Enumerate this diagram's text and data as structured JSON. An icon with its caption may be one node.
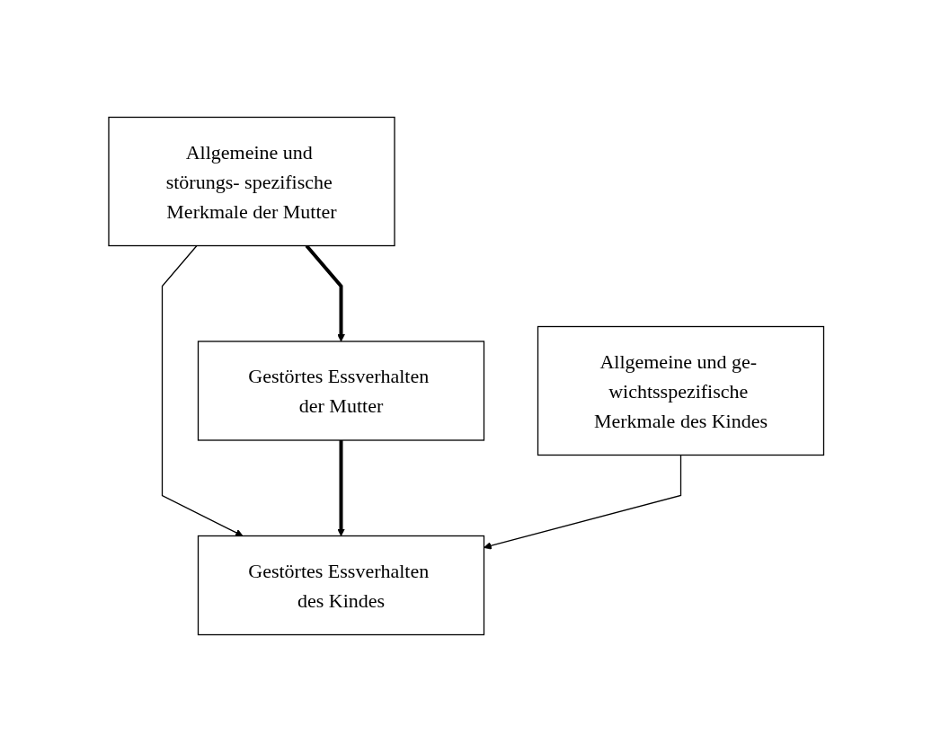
{
  "diagram": {
    "nodes": [
      {
        "text": [
          "Allgemeine und störungs- spezifische Merkmale der Mutter"
        ]
      },
      {
        "text": [
          "Allgemeine und ge- wichtsspezifische Merkmale des Kindes"
        ]
      },
      {
        "text": [
          "Gestörtes Essverhalten der Mutter"
        ]
      },
      {
        "text": [
          "Gestörtes Essverhalten des Kindes"
        ]
      }
    ],
    "edges": [
      {
        "from": 0,
        "to": 2,
        "arrow": "to",
        "style": "thick"
      },
      {
        "from": 0,
        "to": 3,
        "arrow": "to"
      },
      {
        "from": 2,
        "to": 3,
        "arrow": "to",
        "style": "thick"
      },
      {
        "from": 1,
        "to": 3,
        "arrow": "to"
      }
    ]
  }
}
